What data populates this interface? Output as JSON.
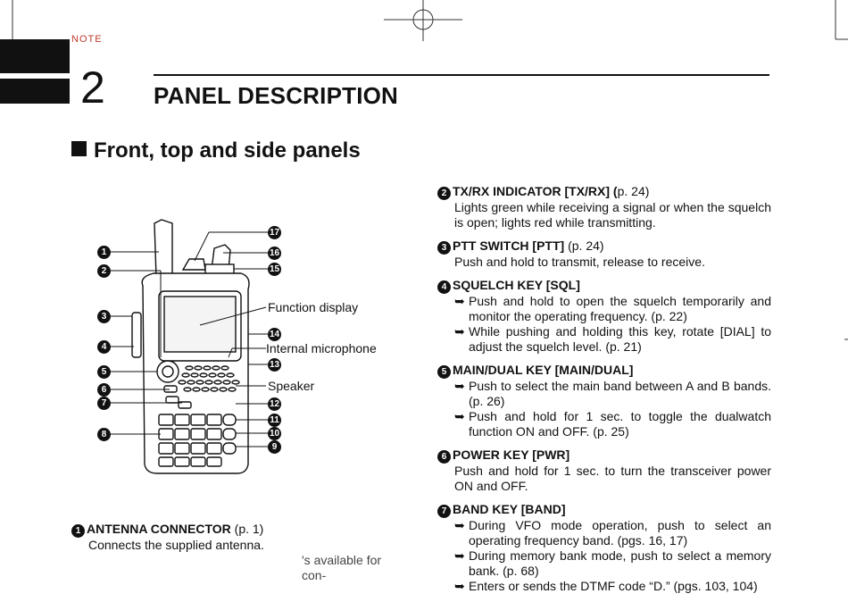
{
  "header": {
    "red_stub": "NOTE",
    "chapter_number": "2",
    "chapter_title": "PANEL DESCRIPTION"
  },
  "section_title": "Front, top and side panels",
  "diagram": {
    "labels": {
      "function_display": "Function display",
      "internal_microphone": "Internal microphone",
      "speaker": "Speaker"
    },
    "callouts_left": [
      "1",
      "2",
      "3",
      "4",
      "5",
      "6",
      "7",
      "8"
    ],
    "callouts_right": [
      "17",
      "16",
      "15",
      "14",
      "13",
      "12",
      "11",
      "10",
      "9"
    ]
  },
  "right_column": [
    {
      "num": "2",
      "title": "TX/RX INDICATOR [TX/RX] (",
      "ref": "p. 24)",
      "paras": [
        "Lights green while receiving a signal or when the squelch is open; lights red while transmitting."
      ],
      "bullets": []
    },
    {
      "num": "3",
      "title": "PTT SWITCH [PTT]",
      "ref": " (p. 24)",
      "paras": [
        "Push and hold to transmit, release to receive."
      ],
      "bullets": []
    },
    {
      "num": "4",
      "title": "SQUELCH KEY [SQL]",
      "ref": "",
      "paras": [],
      "bullets": [
        "Push and hold to open the squelch temporarily and monitor the operating frequency. (p. 22)",
        "While pushing and holding this key, rotate [DIAL] to adjust the squelch level. (p. 21)"
      ]
    },
    {
      "num": "5",
      "title": "MAIN/DUAL KEY [MAIN/DUAL]",
      "ref": "",
      "paras": [],
      "bullets": [
        "Push to select the main band between A and B bands. (p. 26)",
        "Push and hold for 1 sec. to toggle the dualwatch function ON and OFF. (p. 25)"
      ]
    },
    {
      "num": "6",
      "title": "POWER KEY [PWR]",
      "ref": "",
      "paras": [
        "Push and hold for 1 sec. to turn the transceiver power ON and OFF."
      ],
      "bullets": []
    },
    {
      "num": "7",
      "title": "BAND KEY [BAND]",
      "ref": "",
      "paras": [],
      "bullets": [
        "During VFO mode operation, push to select an operating frequency band. (pgs. 16, 17)",
        "During memory bank mode, push to select a memory bank. (p. 68)",
        "Enters or sends the DTMF code “D.” (pgs. 103, 104)"
      ]
    }
  ],
  "left_entry": {
    "num": "1",
    "title": "ANTENNA CONNECTOR",
    "ref": " (p. 1)",
    "para": "Connects the supplied antenna.",
    "cut_line": "'s available for con-"
  },
  "bullet_glyph": "➥"
}
